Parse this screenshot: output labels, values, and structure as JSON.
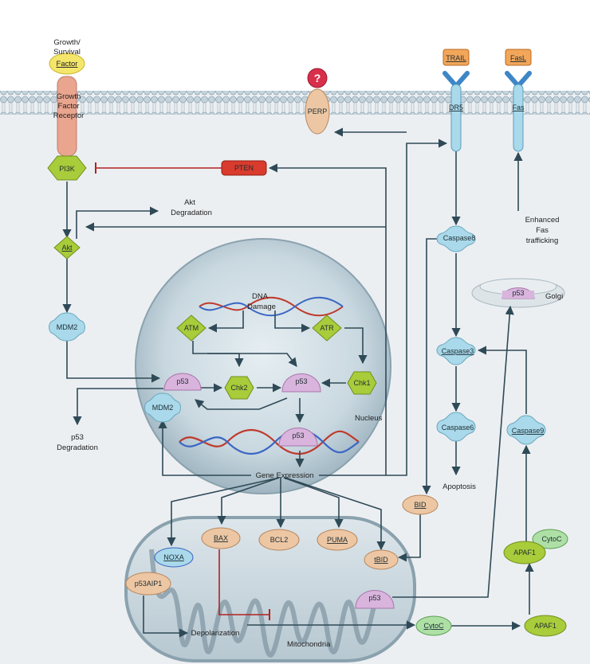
{
  "membrane": {
    "growth_factor": [
      "Growth/",
      "Survival",
      "Factor"
    ],
    "receptor": [
      "Growth",
      "Factor",
      "Receptor"
    ],
    "perp": "PERP",
    "perp_mark": "?",
    "trail": "TRAIL",
    "dr5": "DR5",
    "fasl": "FasL",
    "fas": "Fas"
  },
  "cytoplasm": {
    "pi3k": "PI3K",
    "pten": "PTEN",
    "akt": "Akt",
    "akt_degradation": [
      "Akt",
      "Degradation"
    ],
    "mdm2": "MDM2",
    "p53_degradation": [
      "p53",
      "Degradation"
    ],
    "caspase8": "Caspase8",
    "caspase3": "Caspase3",
    "caspase6": "Caspase6",
    "caspase9": "Caspase9",
    "apoptosis": "Apoptosis",
    "enhanced_fas": [
      "Enhanced",
      "Fas",
      "trafficking"
    ],
    "golgi_p53": "p53",
    "golgi": "Golgi",
    "bid": "BID",
    "gene_expression": "Gene Expression",
    "apaf1_upper": "APAF1",
    "cytoc_upper": "CytoC",
    "apaf1_lower": "APAF1",
    "cytoc_lower": "CytoC"
  },
  "nucleus": {
    "label": "Nucleus",
    "dna_damage": [
      "DNA",
      "Damage"
    ],
    "atm": "ATM",
    "atr": "ATR",
    "chk2": "Chk2",
    "chk1": "Chk1",
    "p53_left": "p53",
    "p53_right": "p53",
    "p53_gene": "p53",
    "mdm2": "MDM2"
  },
  "mitochondria": {
    "label": "Mitochondria",
    "noxa": "NOXA",
    "bax": "BAX",
    "bcl2": "BCL2",
    "puma": "PUMA",
    "tbid": "tBID",
    "p53aip1": "p53AIP1",
    "p53": "p53",
    "depolarization": "Depolarization"
  },
  "colors": {
    "background": "#ffffff",
    "cytoplasm": "#eceff2",
    "membrane": "#9fb3c1",
    "arrow": "#2f4a57",
    "inhibit": "#b22222",
    "green_node": "#a8cc3a",
    "blue_node": "#a9d9ea",
    "pink_node": "#d9b4dc",
    "peach_node": "#edc7a4",
    "nucleus": "#b9ccd6"
  }
}
